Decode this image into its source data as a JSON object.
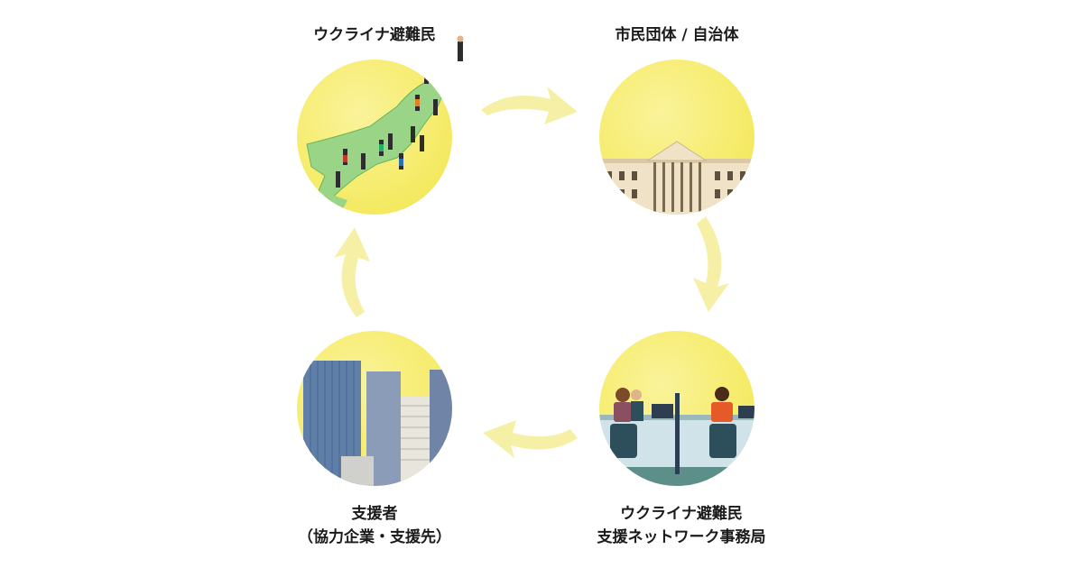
{
  "nodes": {
    "refugees": {
      "label": "ウクライナ避難民"
    },
    "citizens": {
      "label": "市民団体 / 自治体"
    },
    "network": {
      "line1": "ウクライナ避難民",
      "line2": "支援ネットワーク事務局"
    },
    "supporters": {
      "line1": "支援者",
      "line2": "（協力企業・支援先）"
    }
  },
  "colors": {
    "circle_fill": "#f7ee7a",
    "circle_pale": "#fbf6c2",
    "arrow_fill": "#f6f0a6",
    "map_green": "#8fd07a",
    "building": "#efe2c6",
    "tower_blue": "#6f8fb8"
  },
  "icons": [
    "japan-map-icon",
    "government-building-icon",
    "office-desk-icon",
    "skyscrapers-icon",
    "cycle-arrow-icon"
  ]
}
